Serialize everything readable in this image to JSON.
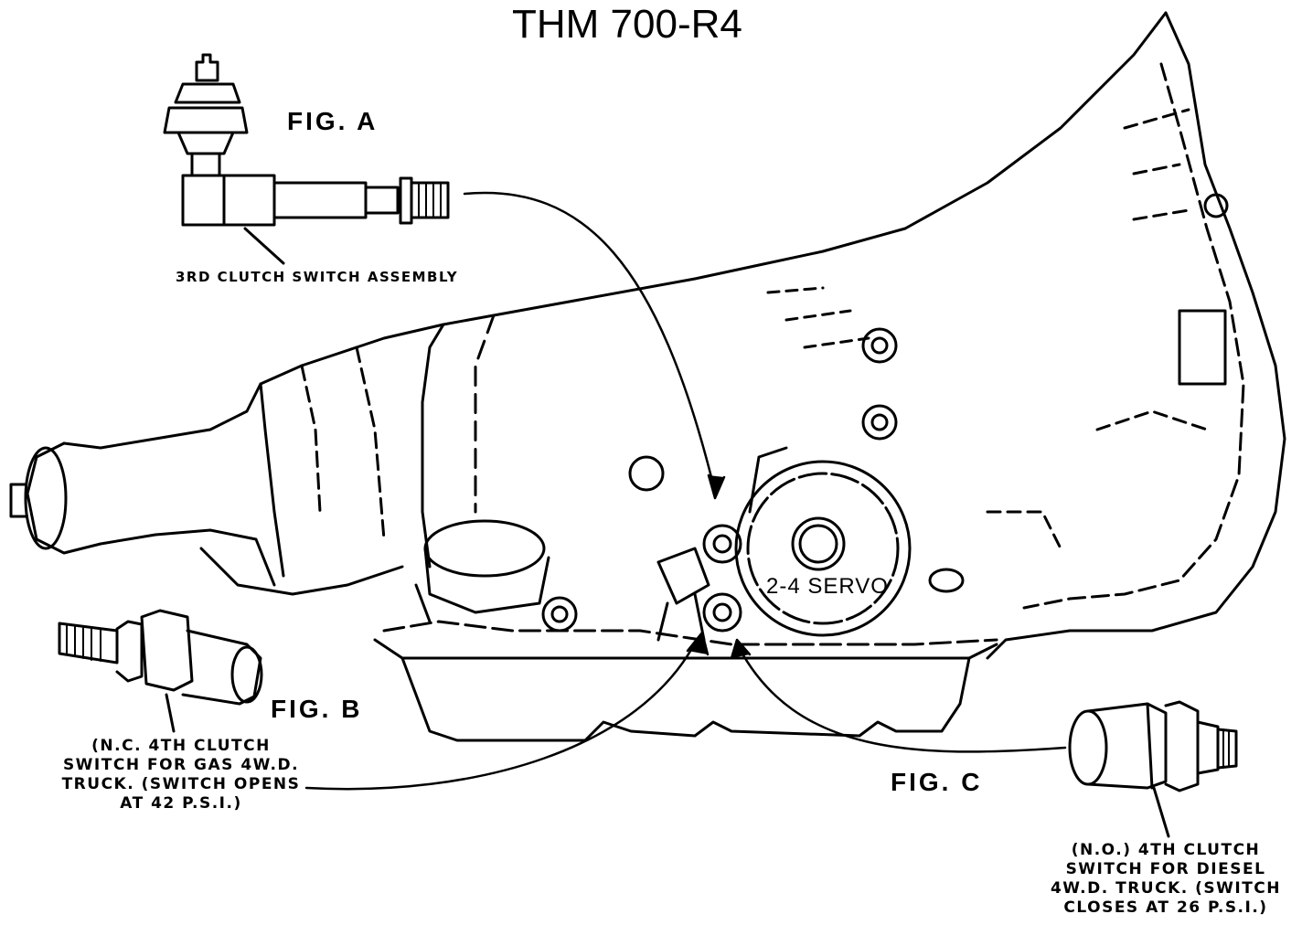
{
  "title": "THM 700-R4",
  "figures": {
    "a": {
      "label": "FIG. A",
      "caption": "3RD CLUTCH SWITCH ASSEMBLY"
    },
    "b": {
      "label": "FIG. B",
      "caption_lines": [
        "(N.C. 4TH CLUTCH",
        "SWITCH FOR GAS 4W.D.",
        "TRUCK. (SWITCH OPENS",
        "AT 42 P.S.I.)"
      ]
    },
    "c": {
      "label": "FIG. C",
      "caption_lines": [
        "(N.O.) 4TH CLUTCH",
        "SWITCH FOR DIESEL",
        "4W.D. TRUCK. (SWITCH",
        "CLOSES AT 26 P.S.I.)"
      ]
    }
  },
  "servo_label": "2-4 SERVO",
  "colors": {
    "ink": "#000000",
    "paper": "#ffffff"
  }
}
